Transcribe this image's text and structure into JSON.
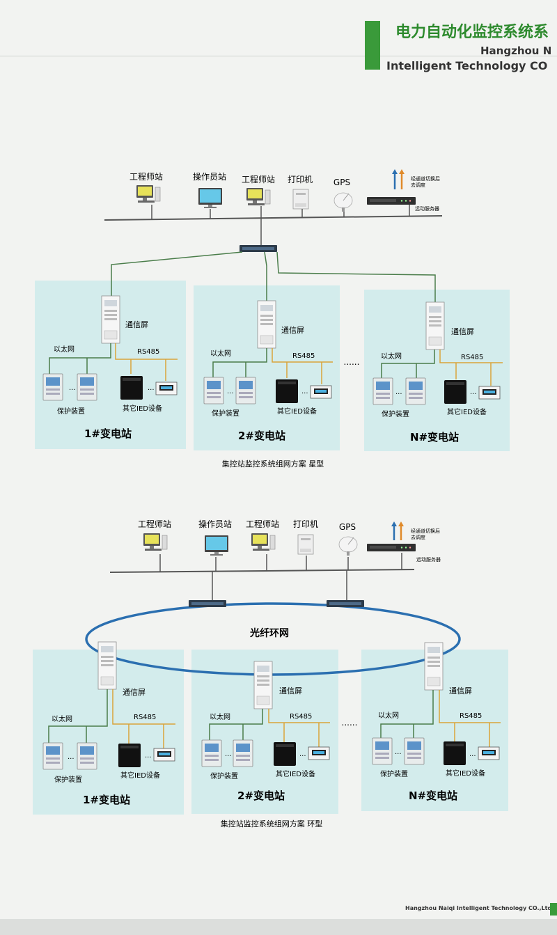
{
  "header": {
    "title": "电力自动化监控系统系",
    "company_line1": "Hangzhou N",
    "company_line2": "Intelligent Technology CO"
  },
  "footer": {
    "text": "Hangzhou Naiqi Intelligent Technology CO.,Ltd"
  },
  "star": {
    "devices": {
      "engineer1": "工程师站",
      "operator": "操作员站",
      "engineer2": "工程师站",
      "printer": "打印机",
      "gps": "GPS",
      "remote_note_l1": "经通道切换后",
      "remote_note_l2": "去调度",
      "remote_server": "远动服务器"
    },
    "stations": [
      {
        "name": "1#变电站",
        "comm": "通信屏",
        "eth": "以太网",
        "rs": "RS485",
        "protect": "保护装置",
        "ied": "其它IED设备",
        "dots": "..."
      },
      {
        "name": "2#变电站",
        "comm": "通信屏",
        "eth": "以太网",
        "rs": "RS485",
        "protect": "保护装置",
        "ied": "其它IED设备",
        "dots": "..."
      },
      {
        "name": "N#变电站",
        "comm": "通信屏",
        "eth": "以太网",
        "rs": "RS485",
        "protect": "保护装置",
        "ied": "其它IED设备",
        "dots": "..."
      }
    ],
    "between": "......",
    "caption": "集控站监控系统组网方案 星型"
  },
  "ring": {
    "devices": {
      "engineer1": "工程师站",
      "operator": "操作员站",
      "engineer2": "工程师站",
      "printer": "打印机",
      "gps": "GPS",
      "remote_note_l1": "经通道切换后",
      "remote_note_l2": "去调度",
      "remote_server": "远动服务器"
    },
    "ring_label": "光纤环网",
    "stations": [
      {
        "name": "1#变电站",
        "comm": "通信屏",
        "eth": "以太网",
        "rs": "RS485",
        "protect": "保护装置",
        "ied": "其它IED设备",
        "dots": "..."
      },
      {
        "name": "2#变电站",
        "comm": "通信屏",
        "eth": "以太网",
        "rs": "RS485",
        "protect": "保护装置",
        "ied": "其它IED设备",
        "dots": "..."
      },
      {
        "name": "N#变电站",
        "comm": "通信屏",
        "eth": "以太网",
        "rs": "RS485",
        "protect": "保护装置",
        "ied": "其它IED设备",
        "dots": "..."
      }
    ],
    "between": "......",
    "caption": "集控站监控系统组网方案 环型"
  },
  "colors": {
    "station_bg": "#d3ecec",
    "bus": "#555555",
    "eth_line": "#4a7d4a",
    "rs485_line": "#d9a43a",
    "ring": "#2b6fb0",
    "brand_green": "#3a9a3a"
  }
}
